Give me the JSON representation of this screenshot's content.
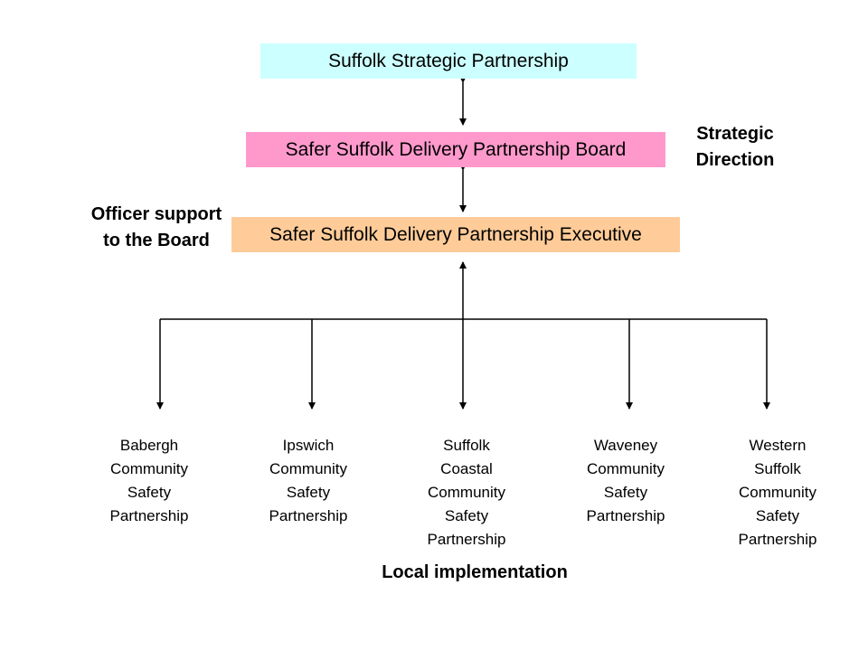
{
  "colors": {
    "top_box": "#ccffff",
    "board_box": "#ff99cc",
    "exec_box": "#ffcc99",
    "connector": "#000000"
  },
  "boxes": {
    "ssp": "Suffolk Strategic Partnership",
    "board": "Safer Suffolk Delivery Partnership Board",
    "exec": "Safer Suffolk Delivery Partnership Executive"
  },
  "labels": {
    "strategic": "Strategic Direction",
    "officer": "Officer support to the Board",
    "local": "Local implementation"
  },
  "local_partnerships": [
    {
      "line1": "Babergh",
      "line2": "Community",
      "line3": "Safety",
      "line4": "Partnership",
      "line5": ""
    },
    {
      "line1": "Ipswich",
      "line2": "Community",
      "line3": "Safety",
      "line4": "Partnership",
      "line5": ""
    },
    {
      "line1": "Suffolk",
      "line2": "Coastal",
      "line3": "Community",
      "line4": "Safety",
      "line5": "Partnership"
    },
    {
      "line1": "Waveney",
      "line2": "Community",
      "line3": "Safety",
      "line4": "Partnership",
      "line5": ""
    },
    {
      "line1": "Western",
      "line2": "Suffolk",
      "line3": "Community",
      "line4": "Safety",
      "line5": "Partnership"
    }
  ]
}
